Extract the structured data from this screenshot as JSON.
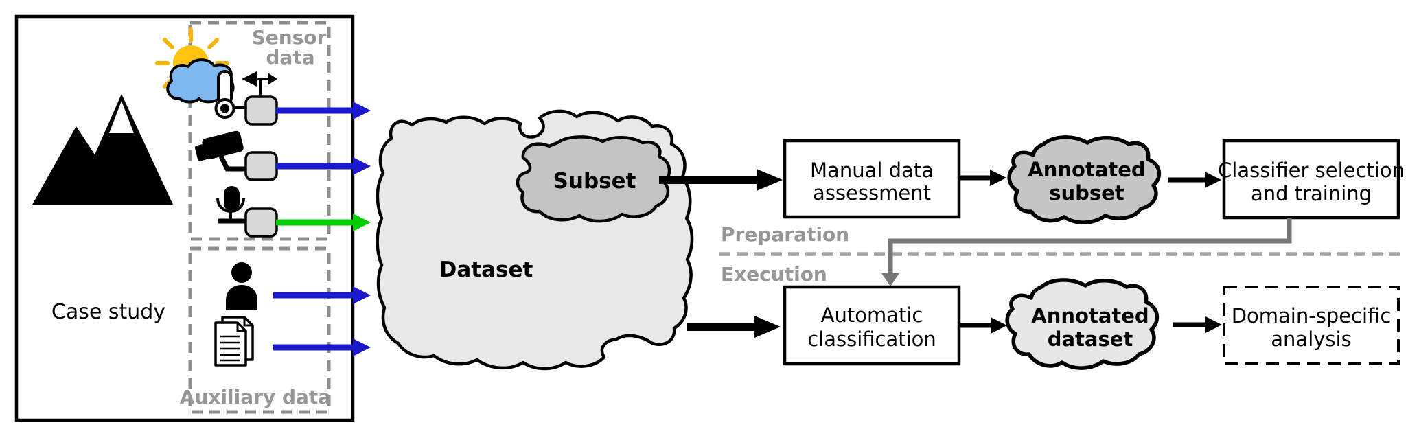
{
  "colors": {
    "arrow_blue": "#1a1acc",
    "arrow_green": "#00cc00",
    "arrow_black": "#000000",
    "feedback_arrow_gray": "#777777",
    "section_label_gray": "#969696",
    "divider_gray": "#a4a4a4",
    "dataset_fill": "#e8e8e8",
    "subset_fill": "#c4c4c4",
    "annotated_subset_fill": "#c6c6c6",
    "annotated_dataset_fill": "#e6e6e6",
    "sensor_node_fill": "#d9d9d9",
    "sun_yellow": "#ffc30f",
    "cloud_blue": "#7fb9f2"
  },
  "case_study_panel": {
    "label": "Case study",
    "sensor_data_group": {
      "title_line1": "Sensor",
      "title_line2": "data",
      "icons": [
        "weather-station-icon",
        "camera-icon",
        "microphone-icon",
        "sensor-node-icon"
      ]
    },
    "auxiliary_data_group": {
      "title": "Auxiliary data",
      "icons": [
        "person-icon",
        "documents-icon"
      ]
    },
    "scene_icon": "mountain-icon"
  },
  "dataset_blob": {
    "label": "Dataset"
  },
  "subset_blob": {
    "label": "Subset"
  },
  "section_labels": {
    "preparation": "Preparation",
    "execution": "Execution"
  },
  "preparation_row": {
    "manual_assessment_box": {
      "line1": "Manual data",
      "line2": "assessment"
    },
    "annotated_subset_blob": {
      "line1": "Annotated",
      "line2": "subset"
    },
    "classifier_box": {
      "line1": "Classifier selection",
      "line2": "and training"
    }
  },
  "execution_row": {
    "automatic_classification_box": {
      "line1": "Automatic",
      "line2": "classification"
    },
    "annotated_dataset_blob": {
      "line1": "Annotated",
      "line2": "dataset"
    },
    "domain_analysis_box": {
      "line1": "Domain-specific",
      "line2": "analysis"
    }
  }
}
